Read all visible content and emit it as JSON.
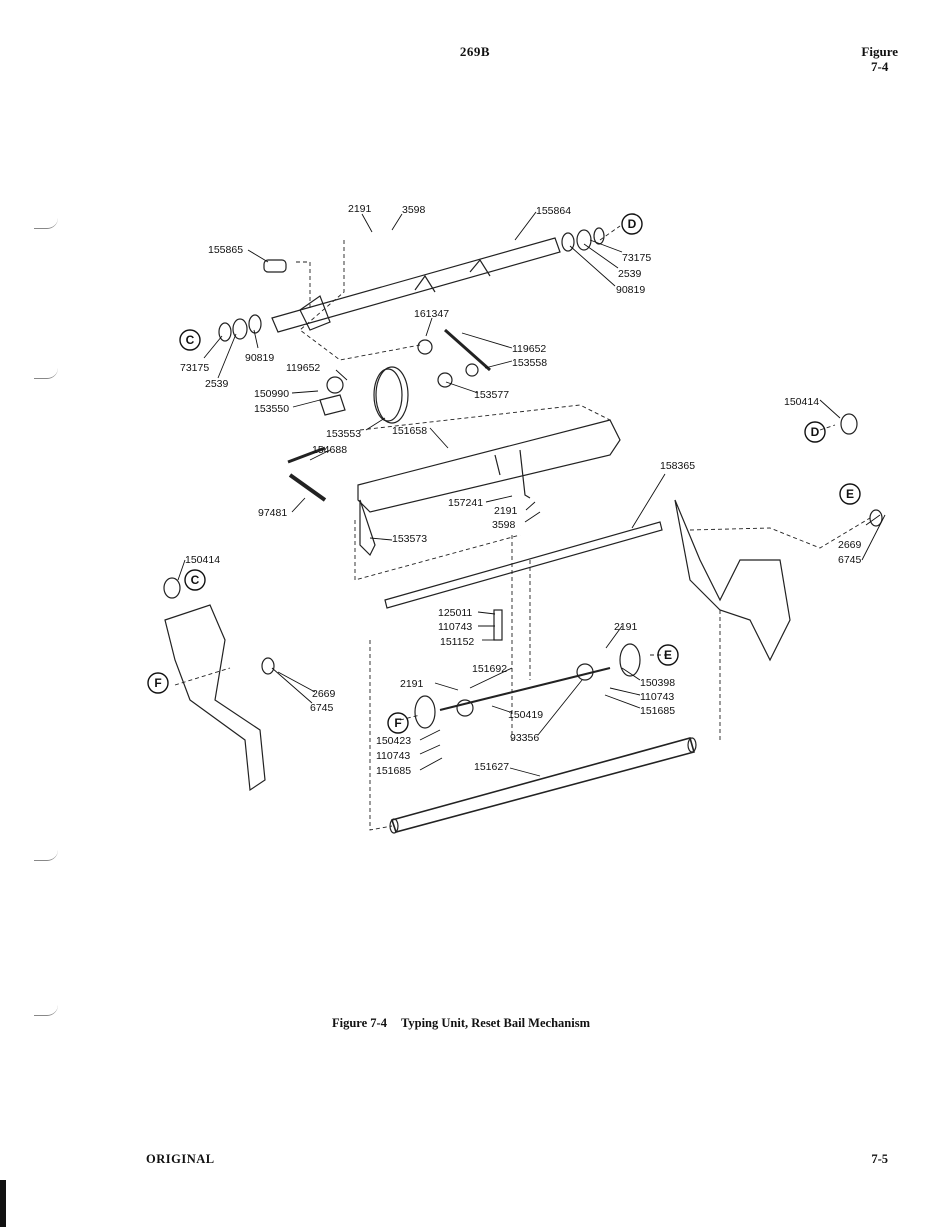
{
  "header": {
    "doc_number": "269B",
    "figure_word": "Figure",
    "figure_number": "7-4"
  },
  "diagram": {
    "part_labels": [
      "2191",
      "3598",
      "155864",
      "155865",
      "73175",
      "2539",
      "90819",
      "73175",
      "2539",
      "90819",
      "161347",
      "119652",
      "153558",
      "119652",
      "150990",
      "153550",
      "153577",
      "153553",
      "151658",
      "154688",
      "150414",
      "158365",
      "97481",
      "157241",
      "2191",
      "3598",
      "153573",
      "2669",
      "6745",
      "150414",
      "125011",
      "110743",
      "151152",
      "2191",
      "151692",
      "150398",
      "110743",
      "151685",
      "2191",
      "150419",
      "93356",
      "150423",
      "110743",
      "151685",
      "151627",
      "2669",
      "6745"
    ],
    "callout_letters": [
      "D",
      "C",
      "D",
      "E",
      "C",
      "F",
      "E",
      "F"
    ]
  },
  "caption": {
    "label": "Figure 7-4",
    "title": "Typing Unit, Reset Bail Mechanism"
  },
  "footer": {
    "left": "ORIGINAL",
    "right": "7-5"
  }
}
